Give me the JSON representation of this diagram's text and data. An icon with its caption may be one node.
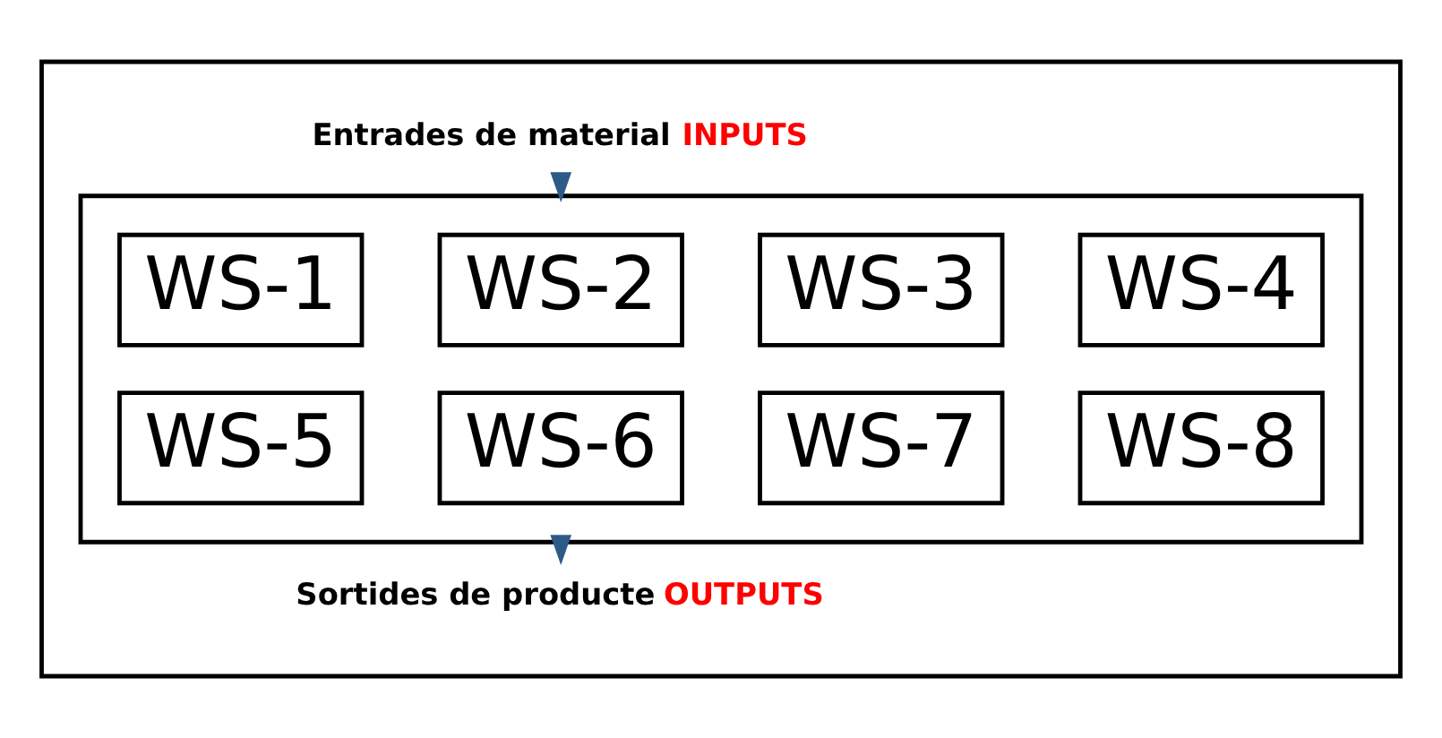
{
  "diagram": {
    "nodes": [
      {
        "text": [],
        "shape": "box"
      },
      {
        "text": [
          "Entrades de material",
          "INPUTS"
        ],
        "in": 0
      },
      {
        "text": [],
        "shape": "box",
        "in": 0
      },
      {
        "text": [
          "WS-1"
        ],
        "in": 2
      },
      {
        "text": [
          "WS-2"
        ],
        "in": 2
      },
      {
        "text": [
          "WS-3"
        ],
        "in": 2
      },
      {
        "text": [
          "WS-4"
        ],
        "in": 2
      },
      {
        "text": [
          "WS-5"
        ],
        "in": 2
      },
      {
        "text": [
          "WS-6"
        ],
        "in": 2
      },
      {
        "text": [
          "WS-7"
        ],
        "in": 2
      },
      {
        "text": [
          "WS-8"
        ],
        "in": 2
      },
      {
        "text": [
          "Sortides de producte",
          "OUTPUTS"
        ],
        "in": 0
      }
    ],
    "edges": [
      {
        "from": 1,
        "to": 2,
        "arrow": "to"
      },
      {
        "from": 2,
        "to": 11,
        "arrow": "to"
      }
    ]
  }
}
